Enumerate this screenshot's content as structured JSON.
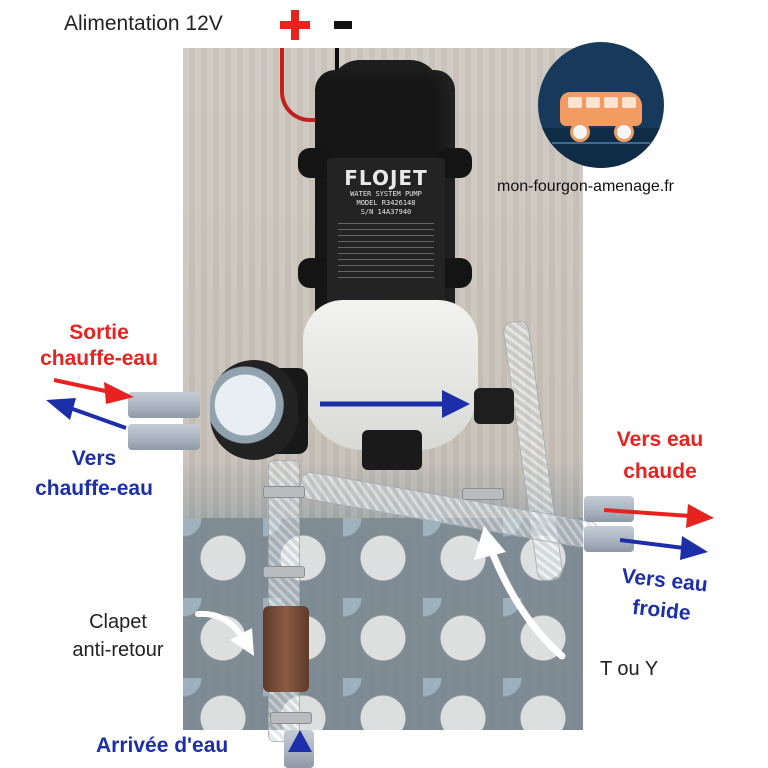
{
  "power": {
    "label": "Alimentation 12V",
    "plus_color": "#e8231f",
    "minus_color": "#111111"
  },
  "logo": {
    "text": "mon-fourgon-amenage.fr",
    "icon": "van-icon",
    "bg_color": "#173a5c",
    "van_color": "#f29b63"
  },
  "pump": {
    "brand": "FLOJET",
    "lines": [
      "WATER SYSTEM PUMP",
      "MODEL R3426148",
      "S/N 14A37940"
    ]
  },
  "labels": {
    "sortie_line1": "Sortie",
    "sortie_line2": "chauffe-eau",
    "vers_chauffe_line1": "Vers",
    "vers_chauffe_line2": "chauffe-eau",
    "eau_chaude_line1": "Vers eau",
    "eau_chaude_line2": "chaude",
    "eau_froide_line1": "Vers eau",
    "eau_froide_line2": "froide",
    "clapet_line1": "Clapet",
    "clapet_line2": "anti-retour",
    "tee": "T ou Y",
    "arrivee": "Arrivée d'eau"
  },
  "colors": {
    "hot": "#e8231f",
    "cold": "#1d2fa8",
    "pointer": "#ffffff"
  }
}
